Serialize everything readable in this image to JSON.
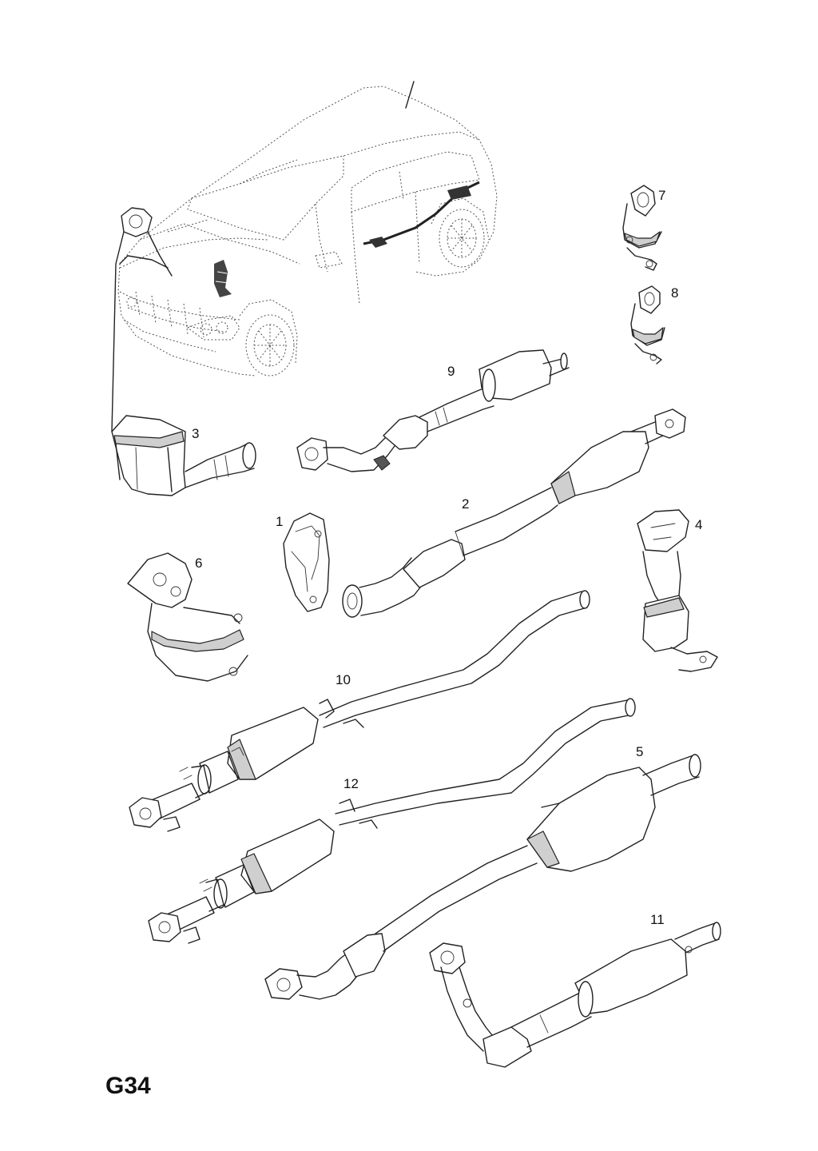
{
  "page_code": "G34",
  "labels": {
    "p1": "1",
    "p2": "2",
    "p3": "3",
    "p4": "4",
    "p5": "5",
    "p6": "6",
    "p7": "7",
    "p8": "8",
    "p9": "9",
    "p10": "10",
    "p11": "11",
    "p12": "12"
  }
}
